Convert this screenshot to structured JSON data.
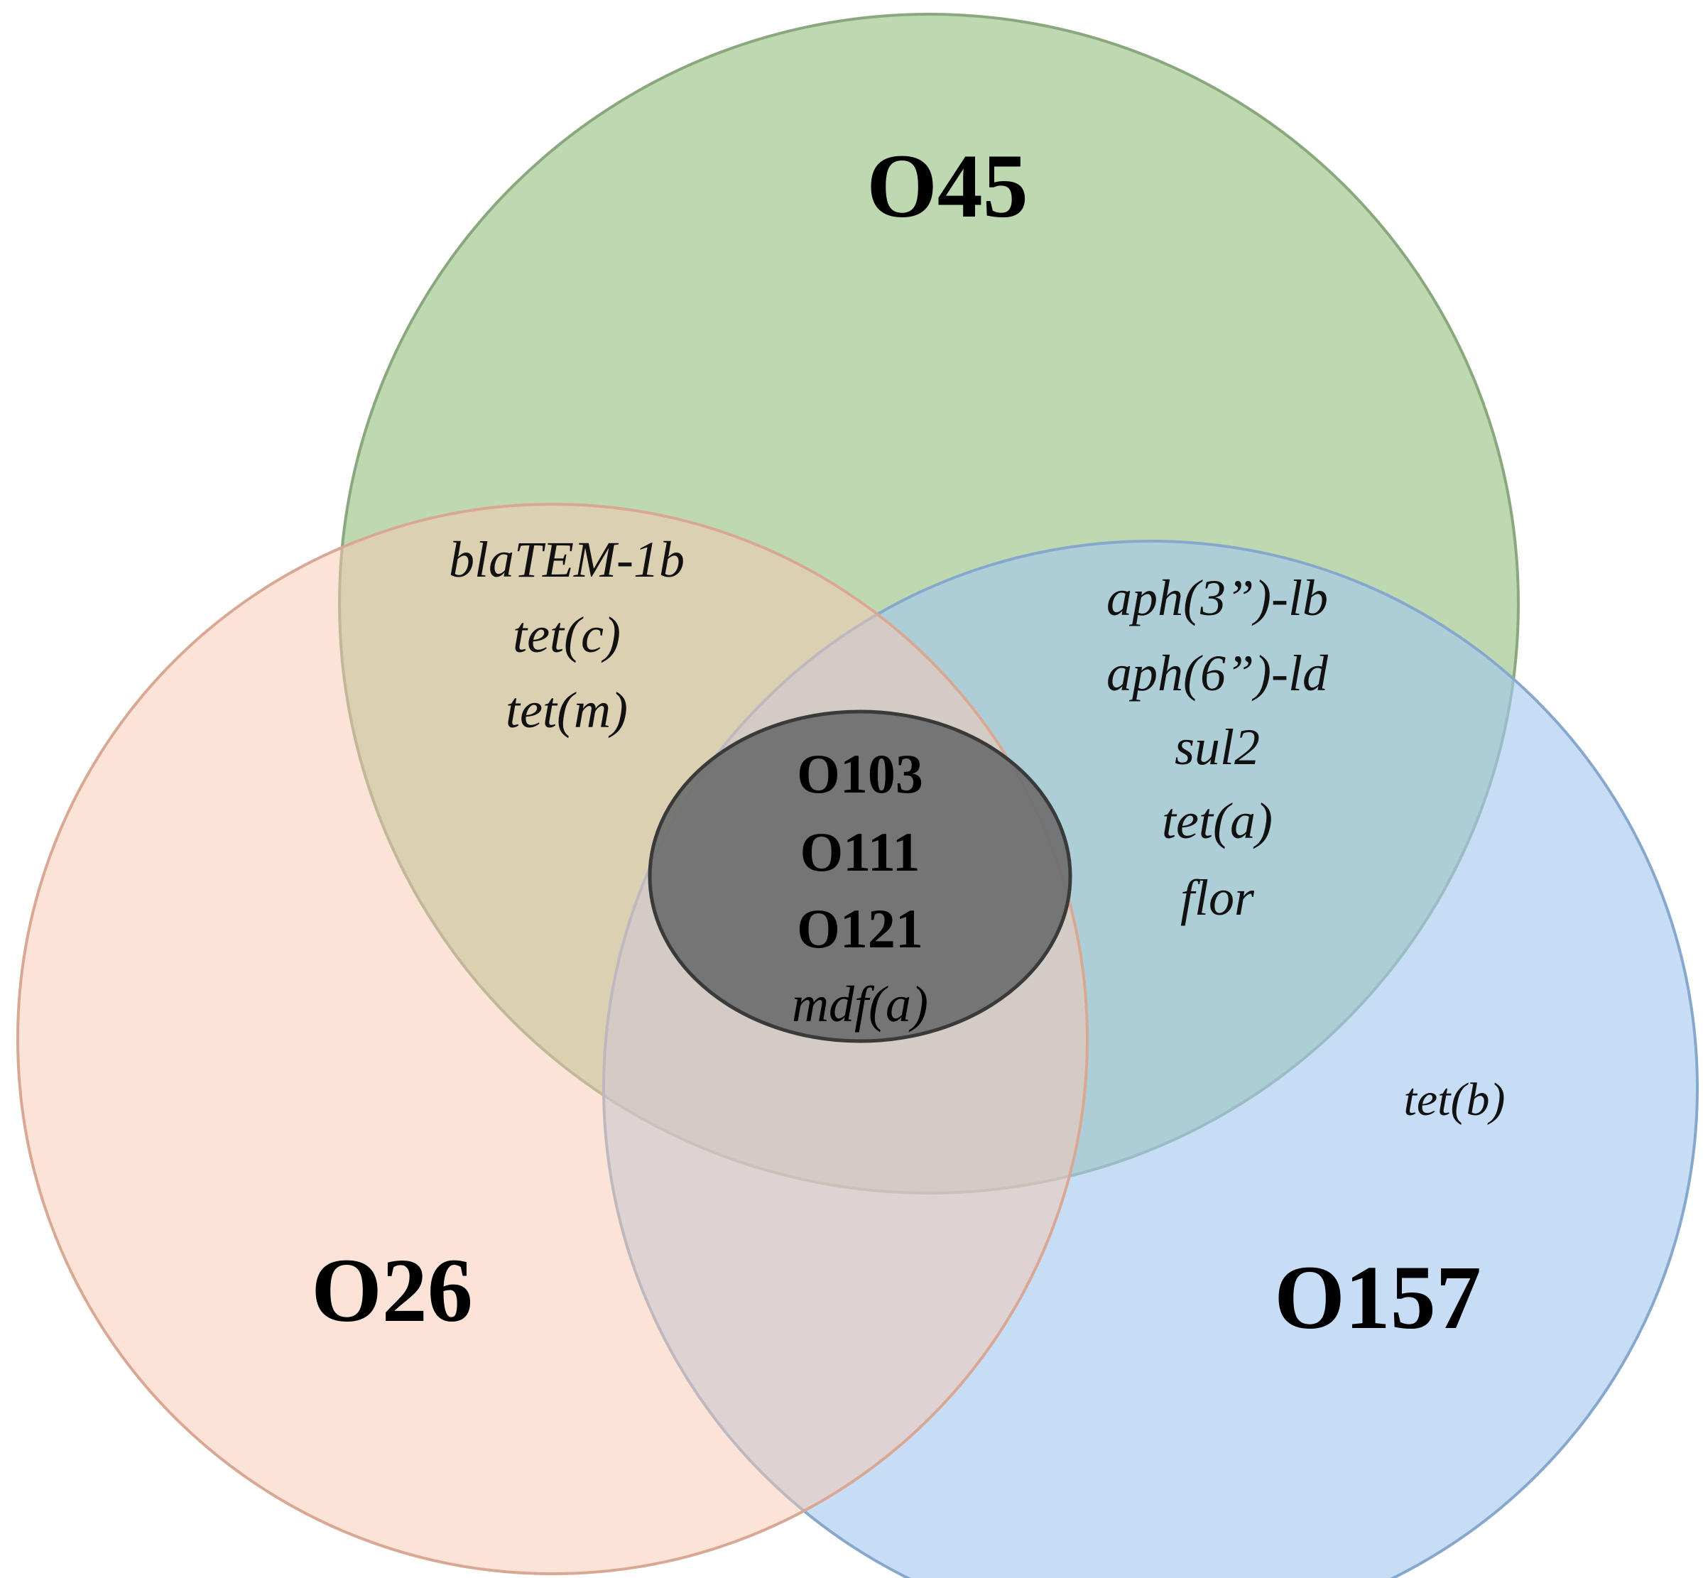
{
  "colors": {
    "o45_fill": "#b5d3a6",
    "o45_stroke": "#8aa87e",
    "o26_fill": "#f8c7b2",
    "o26_stroke": "#d8a894",
    "o157_fill": "#a4c8ef",
    "o157_stroke": "#86a8cc",
    "core_fill": "#6e6e6e",
    "core_stroke": "#3a3a3a"
  },
  "sets": {
    "o45": {
      "label": "O45"
    },
    "o26": {
      "label": "O26"
    },
    "o157": {
      "label": "O157"
    }
  },
  "regions": {
    "o45_o26": {
      "genes": [
        "blaTEM-1b",
        "tet(c)",
        "tet(m)"
      ]
    },
    "o45_o157": {
      "genes": [
        "aph(3”)-lb",
        "aph(6”)-ld",
        "sul2",
        "tet(a)",
        "flor"
      ]
    },
    "o157_only": {
      "genes": [
        "tet(b)"
      ]
    },
    "core": {
      "serogroups": [
        "O103",
        "O111",
        "O121"
      ],
      "genes": [
        "mdf(a)"
      ]
    }
  }
}
